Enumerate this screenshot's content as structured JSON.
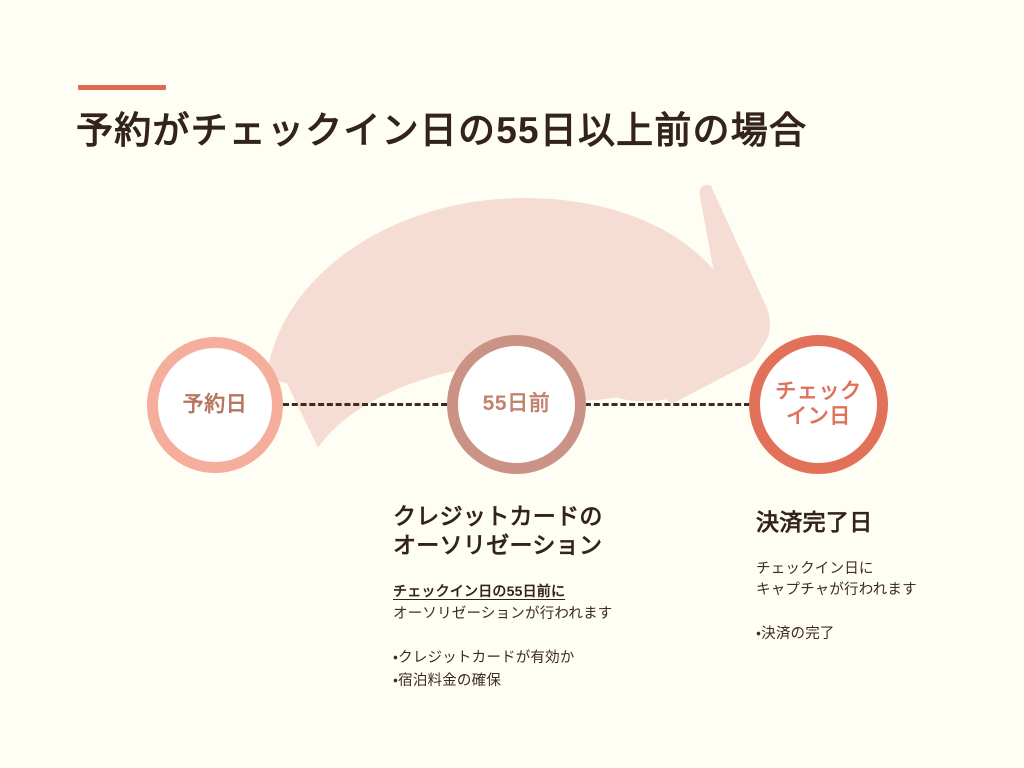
{
  "slide": {
    "background_color": "#FFFEF5",
    "accent_color": "#DF6B52",
    "text_color": "#33231A",
    "title": "予約がチェックイン日の55日以上前の場合"
  },
  "arrow": {
    "name": "curved-sweep-arrow",
    "color": "#F5DDD3",
    "direction": "left-to-right-curving-down"
  },
  "timeline": {
    "connector_style": "dashed",
    "connector_color": "#3D2B1F",
    "nodes": [
      {
        "id": "booking-date",
        "label": "予約日",
        "ring_color": "#F4AE9B",
        "text_color": "#B5755F"
      },
      {
        "id": "55-days-before",
        "label": "55日前",
        "ring_color": "#CB9385",
        "text_color": "#C2836F"
      },
      {
        "id": "checkin-date",
        "label": "チェック\nイン日",
        "ring_color": "#E2715A",
        "text_color": "#E2715A"
      }
    ]
  },
  "descriptions": [
    {
      "id": "authorization",
      "heading": "クレジットカードの\nオーソリゼーション",
      "emphasis": "チェックイン日の55日前に",
      "sub": "オーソリゼーションが行われます",
      "bullets": [
        "・クレジットカードが有効か",
        "・宿泊料金の確保"
      ]
    },
    {
      "id": "settlement",
      "heading": "決済完了日",
      "emphasis": "",
      "sub": "チェックイン日に\nキャプチャが行われます",
      "bullets": [
        "・決済の完了"
      ]
    }
  ]
}
